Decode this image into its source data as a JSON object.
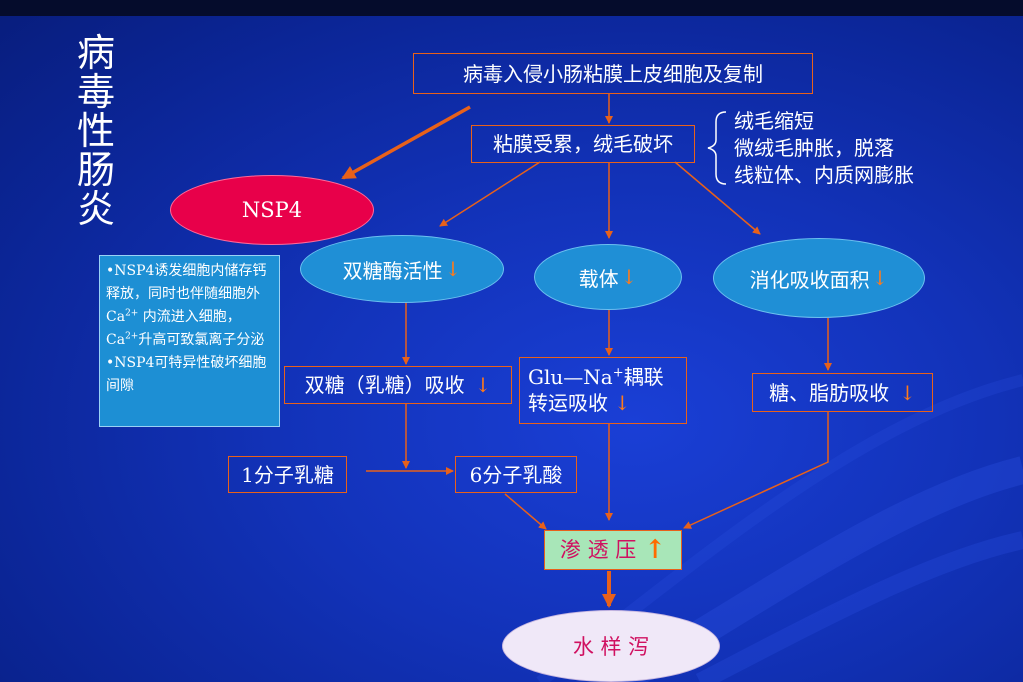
{
  "title": [
    "病",
    "毒",
    "性",
    "肠",
    "炎"
  ],
  "nodes": {
    "top": "病毒入侵小肠粘膜上皮细胞及复制",
    "mucosa": "粘膜受累，绒毛破坏",
    "nsp4": "NSP4",
    "disaccharidase": "双糖酶活性",
    "carrier": "载体",
    "digestive_area": "消化吸收面积",
    "disaccharide_absorb": "双糖（乳糖）吸收",
    "glu_na_line1": "Glu—Na",
    "glu_na_sup": "+",
    "glu_na_line1_tail": "耦联",
    "glu_na_line2": "转运吸收",
    "sugar_fat": "糖、脂肪吸收",
    "lactose": "1分子乳糖",
    "lactic_acid": "6分子乳酸",
    "osmotic": "渗 透 压",
    "watery": "水 样 泻"
  },
  "arrows": {
    "down": "↓",
    "up": "↑"
  },
  "villi_effects": [
    "绒毛缩短",
    "微绒毛肿胀，脱落",
    "线粒体、内质网膨胀"
  ],
  "nsp4_note": {
    "p1_a": "•NSP4诱发细胞内储存钙释放，同时也伴随细胞外Ca",
    "p1_sup1": "2+",
    "p1_b": " 内流进入细胞， Ca",
    "p1_sup2": "2+",
    "p1_c": "升高可致氯离子分泌",
    "p2": "•NSP4可特异性破坏细胞间隙"
  },
  "colors": {
    "arrow": "#e8611a",
    "nsp4_fill": "#e8004a",
    "oval_fill": "#1f8fd6",
    "osmotic_fill": "#a8e6b8",
    "osmotic_text": "#d01060",
    "watery_fill": "#f0e8f8",
    "watery_text": "#d01060"
  }
}
